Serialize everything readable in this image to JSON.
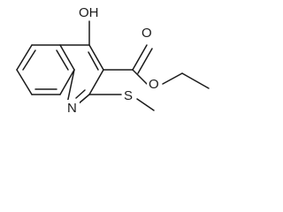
{
  "molecule": {
    "atoms": {
      "hydroxyl": "OH",
      "carbonyl_oxygen": "O",
      "ester_oxygen": "O",
      "ring_nitrogen": "N",
      "sulfur": "S"
    }
  }
}
